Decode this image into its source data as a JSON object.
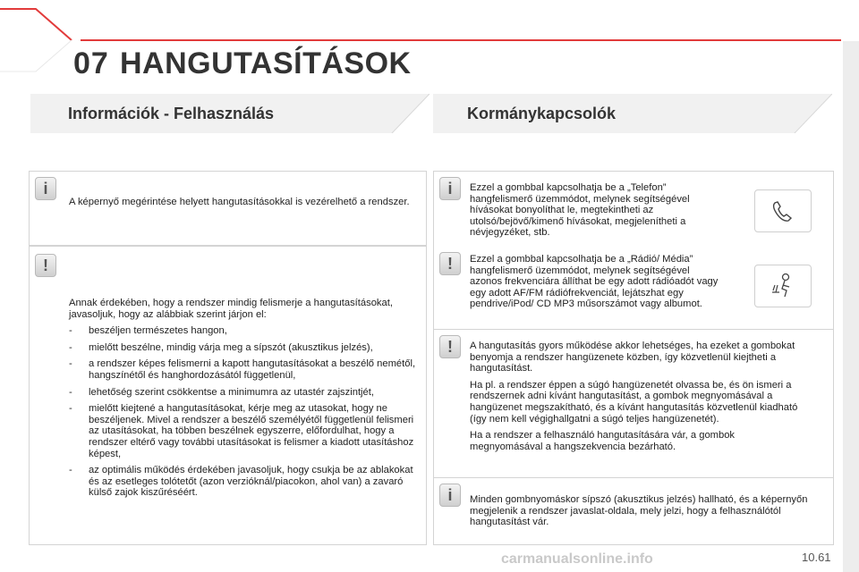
{
  "header": {
    "chapter": "07",
    "title": "HANGUTASÍTÁSOK"
  },
  "sections": {
    "left_title": "Információk - Felhasználás",
    "right_title": "Kormánykapcsolók"
  },
  "left": {
    "info_text": "A képernyő megérintése helyett hangutasításokkal is vezérelhető a rendszer.",
    "warning_intro": "Annak érdekében, hogy a rendszer mindig felismerje a hangutasításokat, javasoljuk, hogy az alábbiak szerint járjon el:",
    "bullets": [
      "beszéljen természetes hangon,",
      "mielőtt beszélne, mindig várja meg a sípszót (akusztikus jelzés),",
      "a rendszer képes felismerni a kapott hangutasításokat a beszélő nemétől, hangszínétől és hanghordozásától függetlenül,",
      "lehetőség szerint csökkentse a minimumra az utastér zajszintjét,",
      "mielőtt kiejtené a hangutasításokat, kérje meg az utasokat, hogy ne beszéljenek. Mivel a rendszer a beszélő személyétől függetlenül felismeri az utasításokat, ha többen beszélnek egyszerre, előfordulhat, hogy a rendszer eltérő vagy további utasításokat is felismer a kiadott utasításhoz képest,",
      "az optimális működés érdekében javasoljuk, hogy csukja be az ablakokat és az esetleges tolótetőt (azon verzióknál/piacokon, ahol van) a zavaró külső zajok kiszűréséért."
    ],
    "bullet_dash": "-"
  },
  "right": {
    "phone_text": "Ezzel a gombbal kapcsolhatja be a „Telefon” hangfelismerő üzemmódot, melynek segítségével hívásokat bonyolíthat le, megtekintheti az utolsó/bejövő/kimenő hívásokat, megjelenítheti a névjegyzéket, stb.",
    "radio_text": "Ezzel a gombbal kapcsolhatja be a „Rádió/ Média” hangfelismerő üzemmódot, melynek segítségével azonos frekvenciára állíthat be egy adott rádióadót vagy egy adott AF/FM rádiófrekvenciát, lejátszhat egy pendrive/iPod/ CD MP3 műsorszámot vagy albumot.",
    "warn_p1": "A hangutasítás gyors működése akkor lehetséges, ha ezeket a gombokat benyomja a rendszer hangüzenete közben, így közvetlenül kiejtheti a hangutasítást.",
    "warn_p2": "Ha pl. a rendszer éppen a súgó hangüzenetét olvassa be, és ön ismeri a rendszernek adni kívánt hangutasítást, a gombok megnyomásával a hangüzenet megszakítható, és a kívánt hangutasítás közvetlenül kiadható (így nem kell végighallgatni a súgó teljes hangüzenetét).",
    "warn_p3": "Ha a rendszer a felhasználó hangutasítására vár, a gombok megnyomásával a hangszekvencia bezárható.",
    "info_text": "Minden gombnyomáskor sípszó (akusztikus jelzés) hallható, és a képernyőn megjelenik a rendszer javaslat-oldala, mely jelzi, hogy a felhasználótól hangutasítást vár."
  },
  "icons": {
    "info": "i",
    "warning": "!"
  },
  "footer": {
    "page_number": "10.61",
    "watermark": "carmanualsonline.info"
  },
  "colors": {
    "accent": "#e23b3b",
    "panel_border": "#d4d4d4",
    "header_fill": "#f1f1f1"
  }
}
